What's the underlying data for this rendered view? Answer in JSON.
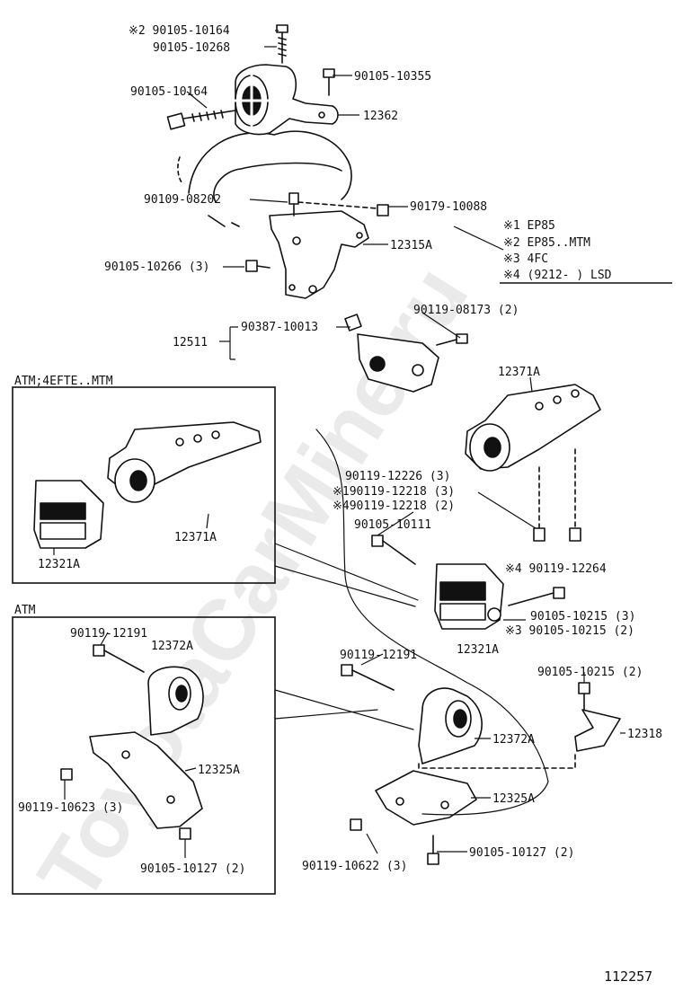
{
  "drawing_number": "112257",
  "watermark": "ToyotaCarMine.ru",
  "notes": [
    "※1 EP85",
    "※2 EP85..MTM",
    "※3 4FC",
    "※4 (9212-      ) LSD"
  ],
  "panels": [
    {
      "title": "ATM;4EFTE..MTM",
      "parts": [
        "12371A",
        "12321A"
      ]
    },
    {
      "title": "ATM",
      "parts": [
        "90119-12191",
        "12372A",
        "12325A",
        "90119-10623 (3)",
        "90105-10127 (2)"
      ]
    }
  ],
  "part_labels": [
    "※2 90105-10164",
    "90105-10268",
    "90105-10355",
    "90105-10164",
    "12362",
    "90109-08202",
    "90179-10088",
    "12315A",
    "90105-10266 (3)",
    "90387-10013",
    "90119-08173 (2)",
    "12511",
    "12371A",
    "90119-12226 (3)",
    "※190119-12218 (3)",
    "※490119-12218 (2)",
    "90105-10111",
    "※4 90119-12264",
    "90105-10215 (3)",
    "※3 90105-10215 (2)",
    "12321A",
    "90119-12191",
    "90105-10215 (2)",
    "12318",
    "12372A",
    "12325A",
    "90119-10622 (3)",
    "90105-10127 (2)"
  ],
  "colors": {
    "ink": "#111111",
    "paper": "#ffffff",
    "watermark": "#d6d6d6"
  }
}
